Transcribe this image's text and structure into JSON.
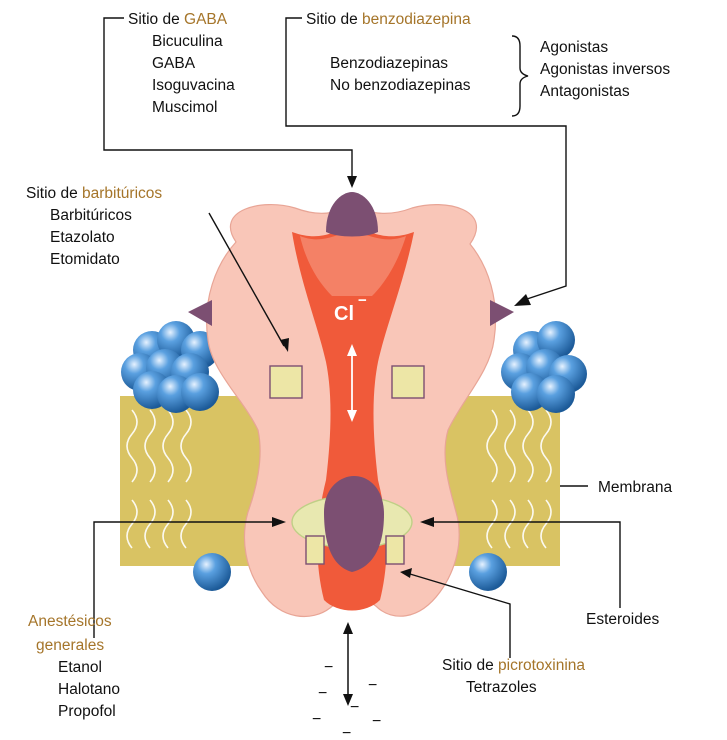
{
  "colors": {
    "channel_body": "#f9c6b8",
    "channel_outline": "#e8a596",
    "pore": "#f05a3a",
    "pore_light": "#f7a28a",
    "site_purple": "#7c4f72",
    "membrane": "#d9c363",
    "membrane_lines": "#ffffff",
    "sphere": "#2c76b8",
    "site_square": "#ede6a6",
    "gold_text": "#a5752a"
  },
  "icons": [
    "chloride-ion-label",
    "phospholipid-head-sphere",
    "double-headed-arrow"
  ],
  "labels": {
    "gaba_site": {
      "prefix": "Sitio de ",
      "highlight": "GABA",
      "items": [
        "Bicuculina",
        "GABA",
        "Isoguvacina",
        "Muscimol"
      ]
    },
    "benzo_site": {
      "prefix": "Sitio de ",
      "highlight": "benzodiazepina",
      "items": [
        "Benzodiazepinas",
        "No benzodiazepinas"
      ],
      "effects": [
        "Agonistas",
        "Agonistas inversos",
        "Antagonistas"
      ]
    },
    "barb_site": {
      "prefix": "Sitio de ",
      "highlight": "barbitúricos",
      "items": [
        "Barbitúricos",
        "Etazolato",
        "Etomidato"
      ]
    },
    "ion": "Cl",
    "ion_charge": "−",
    "membrane": "Membrana",
    "steroids": "Esteroides",
    "anesthetics": {
      "line1": "Anestésicos",
      "line2": "generales",
      "items": [
        "Etanol",
        "Halotano",
        "Propofol"
      ]
    },
    "picro_site": {
      "prefix": "Sitio de ",
      "highlight": "picrotoxinina",
      "items": [
        "Tetrazoles"
      ]
    },
    "charges": [
      "−",
      "−",
      "−",
      "−",
      "−",
      "−",
      "−"
    ]
  }
}
